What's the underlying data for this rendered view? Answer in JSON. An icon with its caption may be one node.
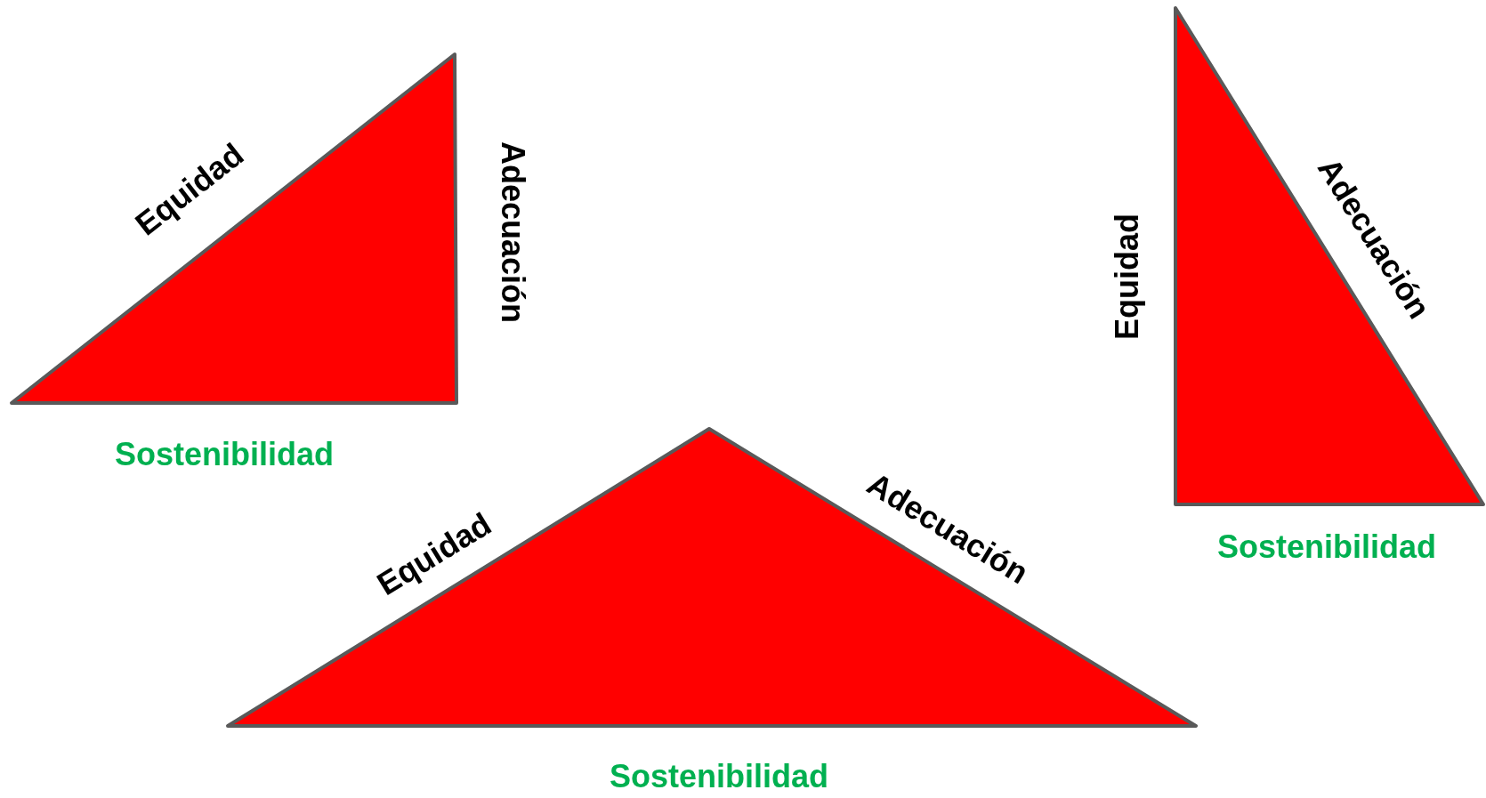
{
  "diagram": {
    "nodes": [
      {
        "text": [
          "Equidad",
          "Adecuación",
          "Sostenibilidad"
        ]
      },
      {
        "text": [
          "Equidad",
          "Adecuación",
          "Sostenibilidad"
        ]
      },
      {
        "text": [
          "Equidad",
          "Adecuación",
          "Sostenibilidad"
        ]
      }
    ]
  }
}
